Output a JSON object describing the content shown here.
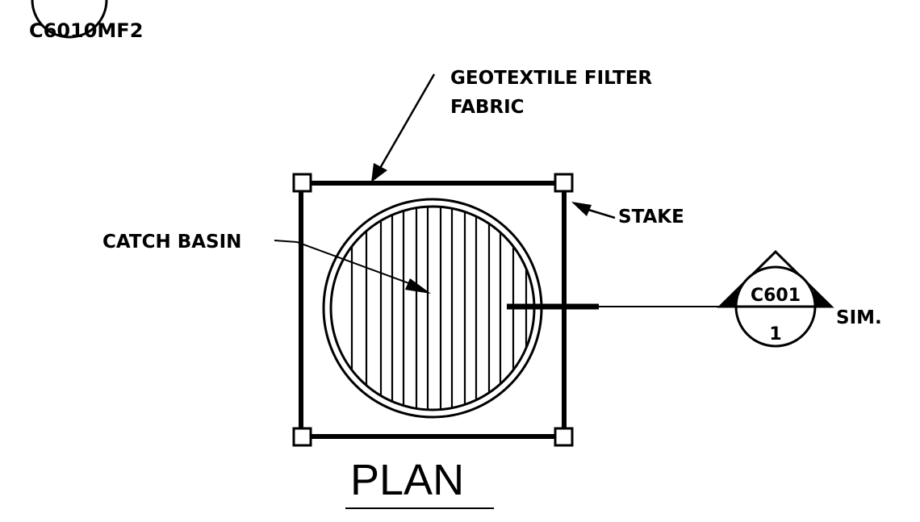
{
  "drawing_id": "C6010MF2",
  "callouts": {
    "filter_fabric_line1": "GEOTEXTILE FILTER",
    "filter_fabric_line2": "FABRIC",
    "stake": "STAKE",
    "catch_basin": "CATCH BASIN"
  },
  "section_marker": {
    "sheet": "C601",
    "detail": "1",
    "note": "SIM."
  },
  "view_title": "PLAN",
  "colors": {
    "ink": "#000000",
    "paper": "#ffffff"
  }
}
